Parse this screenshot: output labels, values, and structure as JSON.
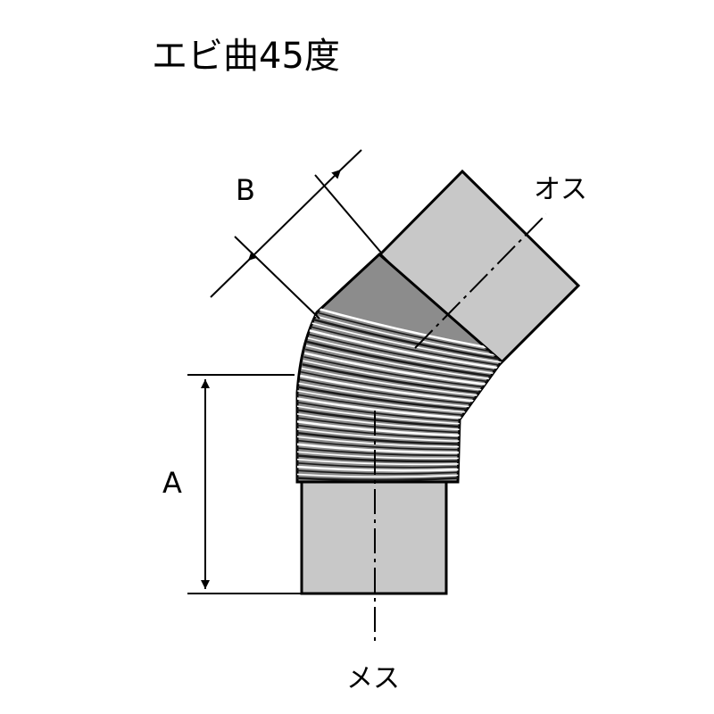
{
  "title": "エビ曲45度",
  "dimensions": {
    "a_label": "A",
    "b_label": "B"
  },
  "ends": {
    "male_label": "オス",
    "female_label": "メス"
  },
  "colors": {
    "pipe_fill": "#c8c8c8",
    "bellows_fill": "#909090",
    "line": "#000000",
    "background": "#ffffff"
  }
}
